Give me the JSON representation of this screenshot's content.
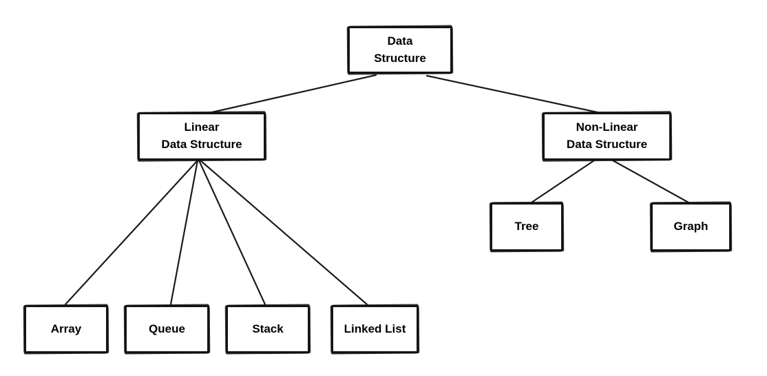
{
  "diagram": {
    "title": "Data Structure hierarchy diagram",
    "colors": {
      "stroke": "#1a1a1a",
      "background": "#ffffff",
      "text": "#000000"
    },
    "nodes": [
      {
        "id": "data-structure",
        "label": "Data\nStructure"
      },
      {
        "id": "linear",
        "label": "Linear\nData Structure"
      },
      {
        "id": "non-linear",
        "label": "Non-Linear\nData Structure"
      },
      {
        "id": "tree",
        "label": "Tree"
      },
      {
        "id": "graph",
        "label": "Graph"
      },
      {
        "id": "array",
        "label": "Array"
      },
      {
        "id": "queue",
        "label": "Queue"
      },
      {
        "id": "stack",
        "label": "Stack"
      },
      {
        "id": "linked-list",
        "label": "Linked List"
      }
    ],
    "edges": [
      {
        "from": "data-structure",
        "to": "linear"
      },
      {
        "from": "data-structure",
        "to": "non-linear"
      },
      {
        "from": "linear",
        "to": "array"
      },
      {
        "from": "linear",
        "to": "queue"
      },
      {
        "from": "linear",
        "to": "stack"
      },
      {
        "from": "linear",
        "to": "linked-list"
      },
      {
        "from": "non-linear",
        "to": "tree"
      },
      {
        "from": "non-linear",
        "to": "graph"
      }
    ]
  }
}
